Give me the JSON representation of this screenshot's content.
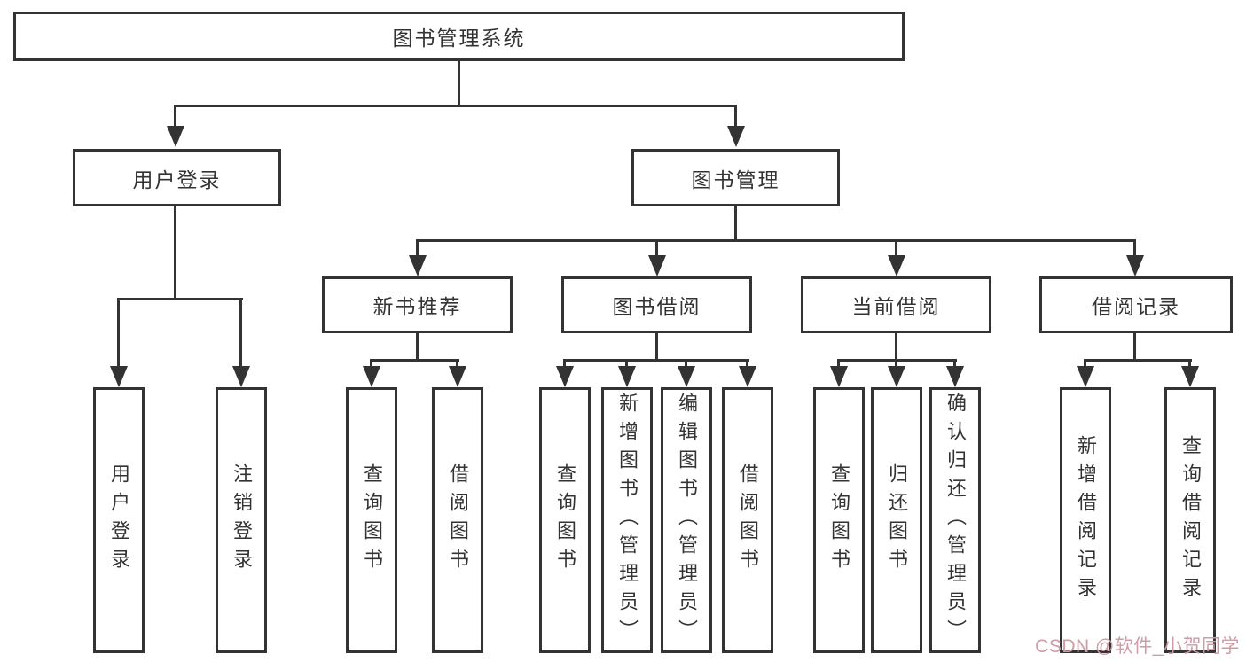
{
  "diagram": {
    "colors": {
      "line": "#333333",
      "text": "#333333",
      "box_background": "#ffffff",
      "page_background": "#ffffff",
      "watermark": "#cf9ba4"
    },
    "root": {
      "label": "图书管理系统",
      "children": [
        {
          "label": "用户登录",
          "children": [
            {
              "label": "用户登录"
            },
            {
              "label": "注销登录"
            }
          ]
        },
        {
          "label": "图书管理",
          "children": [
            {
              "label": "新书推荐",
              "children": [
                {
                  "label": "查询图书"
                },
                {
                  "label": "借阅图书"
                }
              ]
            },
            {
              "label": "图书借阅",
              "children": [
                {
                  "label": "查询图书"
                },
                {
                  "label": "新增图书（管理员）"
                },
                {
                  "label": "编辑图书（管理员）"
                },
                {
                  "label": "借阅图书"
                }
              ]
            },
            {
              "label": "当前借阅",
              "children": [
                {
                  "label": "查询图书"
                },
                {
                  "label": "归还图书"
                },
                {
                  "label": "确认归还（管理员）"
                }
              ]
            },
            {
              "label": "借阅记录",
              "children": [
                {
                  "label": "新增借阅记录"
                },
                {
                  "label": "查询借阅记录"
                }
              ]
            }
          ]
        }
      ]
    },
    "watermark": "CSDN @软件_小贺同学"
  }
}
